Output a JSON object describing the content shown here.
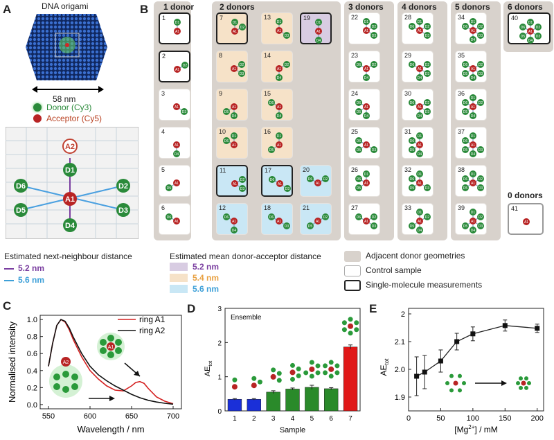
{
  "panels": [
    "A",
    "B",
    "C",
    "D",
    "E"
  ],
  "panelA": {
    "title": "DNA origami",
    "scale": "58 nm",
    "donor_legend": "Donor (Cy3)",
    "acceptor_legend": "Acceptor (Cy5)",
    "nodes": [
      "A2",
      "D1",
      "D6",
      "A1",
      "D2",
      "D5",
      "D3",
      "D4"
    ],
    "dist_title": "Estimated next-neighbour distance",
    "dist_values": [
      {
        "value": "5.2 nm",
        "color": "#7a3ea0"
      },
      {
        "value": "5.6 nm",
        "color": "#3ea0d8"
      }
    ]
  },
  "panelB": {
    "columns": [
      "1 donor",
      "2 donors",
      "3 donors",
      "4 donors",
      "5 donors",
      "6 donors",
      "0 donors"
    ],
    "samples": [
      {
        "n": "1",
        "labels": [
          "D1",
          "A1"
        ],
        "style": "sm"
      },
      {
        "n": "2",
        "labels": [
          "D2",
          "A1"
        ],
        "style": "sm"
      },
      {
        "n": "3",
        "labels": [
          "A1",
          "D3"
        ],
        "style": ""
      },
      {
        "n": "4",
        "labels": [
          "A1",
          "D4"
        ],
        "style": ""
      },
      {
        "n": "5",
        "labels": [
          "A1",
          "D5"
        ],
        "style": ""
      },
      {
        "n": "6",
        "labels": [
          "D6",
          "A1"
        ],
        "style": ""
      },
      {
        "n": "7",
        "labels": [
          "D1",
          "D2",
          "A1"
        ],
        "style": "o sm"
      },
      {
        "n": "8",
        "labels": [
          "D2",
          "A1",
          "D3"
        ],
        "style": "o"
      },
      {
        "n": "9",
        "labels": [
          "A1",
          "D5",
          "D4"
        ],
        "style": "o"
      },
      {
        "n": "10",
        "labels": [
          "D1",
          "D6",
          "A1"
        ],
        "style": "o"
      },
      {
        "n": "11",
        "labels": [
          "D2",
          "A1",
          "D3"
        ],
        "style": "b sm"
      },
      {
        "n": "12",
        "labels": [
          "D6",
          "A1",
          "D4"
        ],
        "style": "b"
      },
      {
        "n": "13",
        "labels": [
          "D1",
          "A1",
          "D3"
        ],
        "style": "o"
      },
      {
        "n": "14",
        "labels": [
          "D2",
          "A1",
          "D4"
        ],
        "style": "o"
      },
      {
        "n": "15",
        "labels": [
          "D6",
          "A1",
          "D4"
        ],
        "style": "o"
      },
      {
        "n": "16",
        "labels": [
          "D1",
          "A1",
          "D5"
        ],
        "style": "o"
      },
      {
        "n": "17",
        "labels": [
          "D6",
          "A1",
          "D3"
        ],
        "style": "b sm"
      },
      {
        "n": "18",
        "labels": [
          "D6",
          "A1",
          "D3"
        ],
        "style": "b"
      },
      {
        "n": "19",
        "labels": [
          "D1",
          "A1",
          "D4"
        ],
        "style": "p sm"
      },
      {
        "n": "20",
        "labels": [
          "D6",
          "A1",
          "D2"
        ],
        "style": "b"
      },
      {
        "n": "21",
        "labels": [
          "D5",
          "A1",
          "D2"
        ],
        "style": "b"
      },
      {
        "n": "22",
        "labels": [
          "D1",
          "D2",
          "A1",
          "D3"
        ],
        "style": ""
      },
      {
        "n": "23",
        "labels": [
          "D2",
          "D6",
          "A1",
          "D4"
        ],
        "style": ""
      },
      {
        "n": "24",
        "labels": [
          "D5",
          "A1",
          "D4",
          "D6"
        ],
        "style": ""
      },
      {
        "n": "25",
        "labels": [
          "D6",
          "A1",
          "D3",
          "D5"
        ],
        "style": ""
      },
      {
        "n": "26",
        "labels": [
          "D1",
          "D6",
          "A1",
          "D5"
        ],
        "style": ""
      },
      {
        "n": "27",
        "labels": [
          "D2",
          "D6",
          "A1",
          "D3"
        ],
        "style": ""
      },
      {
        "n": "28",
        "labels": [
          "D1",
          "D6",
          "A1",
          "D2",
          "D3"
        ],
        "style": ""
      },
      {
        "n": "29",
        "labels": [
          "D2",
          "D6",
          "A1",
          "D3",
          "D4"
        ],
        "style": ""
      },
      {
        "n": "30",
        "labels": [
          "D6",
          "D2",
          "A1",
          "D3",
          "D4"
        ],
        "style": ""
      },
      {
        "n": "31",
        "labels": [
          "D1",
          "D6",
          "A1",
          "D5",
          "D4"
        ],
        "style": ""
      },
      {
        "n": "32",
        "labels": [
          "D1",
          "D6",
          "A1",
          "D5",
          "D3"
        ],
        "style": ""
      },
      {
        "n": "33",
        "labels": [
          "D1",
          "D2",
          "A1",
          "D5",
          "D4"
        ],
        "style": ""
      },
      {
        "n": "34",
        "labels": [
          "D1",
          "D6",
          "D2",
          "A1",
          "D3",
          "D4"
        ],
        "style": ""
      },
      {
        "n": "35",
        "labels": [
          "D6",
          "D2",
          "A1",
          "D5",
          "D3",
          "D4"
        ],
        "style": ""
      },
      {
        "n": "36",
        "labels": [
          "D1",
          "D6",
          "D2",
          "A1",
          "D5",
          "D4"
        ],
        "style": ""
      },
      {
        "n": "37",
        "labels": [
          "D1",
          "D6",
          "A1",
          "D5",
          "D3",
          "D4"
        ],
        "style": ""
      },
      {
        "n": "38",
        "labels": [
          "D1",
          "D6",
          "D2",
          "A1",
          "D5",
          "D3"
        ],
        "style": ""
      },
      {
        "n": "39",
        "labels": [
          "D1",
          "D2",
          "A1",
          "D5",
          "D3",
          "D4"
        ],
        "style": ""
      },
      {
        "n": "40",
        "labels": [
          "D1",
          "D6",
          "D2",
          "A1",
          "D5",
          "D3",
          "D4"
        ],
        "style": "sm"
      },
      {
        "n": "41",
        "labels": [
          "A1"
        ],
        "style": "sm"
      }
    ],
    "mean_title": "Estimated mean donor-acceptor distance",
    "mean_values": [
      {
        "value": "5.2 nm",
        "bg": "#d8cce2",
        "color": "#7a3ea0"
      },
      {
        "value": "5.4 nm",
        "bg": "#f6e2c8",
        "color": "#e8a040"
      },
      {
        "value": "5.6 nm",
        "bg": "#c9e7f5",
        "color": "#3ea0d8"
      }
    ],
    "legend": [
      "Adjacent donor geometries",
      "Control sample",
      "Single-molecule measurements"
    ]
  },
  "chart_data": [
    {
      "panel": "C",
      "type": "line",
      "xlabel": "Wavelength / nm",
      "ylabel": "Normalised intensity",
      "xlim": [
        540,
        710
      ],
      "ylim": [
        -0.05,
        1.05
      ],
      "xticks": [
        550,
        600,
        650,
        700
      ],
      "yticks": [
        0.0,
        0.2,
        0.4,
        0.6,
        0.8,
        1.0
      ],
      "ytick_labels": [
        "0.0",
        "0.2",
        "0.4",
        "0.6",
        "0.8",
        "1.0"
      ],
      "node_labels": [
        "A1",
        "A2"
      ],
      "series": [
        {
          "name": "ring A1",
          "color": "#d42020",
          "x": [
            550,
            555,
            560,
            565,
            570,
            575,
            580,
            590,
            600,
            610,
            620,
            630,
            640,
            650,
            655,
            660,
            665,
            670,
            680,
            690,
            700
          ],
          "y": [
            0.45,
            0.72,
            0.93,
            1.0,
            0.97,
            0.88,
            0.76,
            0.56,
            0.4,
            0.3,
            0.22,
            0.17,
            0.16,
            0.22,
            0.26,
            0.27,
            0.25,
            0.19,
            0.09,
            0.04,
            0.01
          ]
        },
        {
          "name": "ring A2",
          "color": "#111111",
          "x": [
            550,
            555,
            560,
            565,
            570,
            575,
            580,
            590,
            600,
            610,
            620,
            630,
            640,
            650,
            660,
            670,
            680,
            690,
            700
          ],
          "y": [
            0.45,
            0.72,
            0.93,
            1.0,
            0.98,
            0.9,
            0.79,
            0.6,
            0.45,
            0.35,
            0.28,
            0.22,
            0.17,
            0.12,
            0.08,
            0.05,
            0.03,
            0.015,
            0.005
          ]
        }
      ]
    },
    {
      "panel": "D",
      "type": "bar",
      "title": "Ensemble",
      "xlabel": "Sample",
      "ylabel": "AE",
      "ylabel_sub": "tot",
      "ylim": [
        0,
        3
      ],
      "yticks": [
        0,
        1,
        2,
        3
      ],
      "categories": [
        "1",
        "2",
        "3",
        "4",
        "5",
        "6",
        "7"
      ],
      "values": [
        0.34,
        0.34,
        0.55,
        0.64,
        0.69,
        0.65,
        1.87
      ],
      "errors": [
        0.02,
        0.02,
        0.04,
        0.03,
        0.06,
        0.03,
        0.06
      ],
      "colors": [
        "#1a2fd8",
        "#1a2fd8",
        "#2a8a2a",
        "#2a8a2a",
        "#2a8a2a",
        "#2a8a2a",
        "#e01818"
      ]
    },
    {
      "panel": "E",
      "type": "scatter",
      "xlabel": "[Mg",
      "xlabel_sup": "2+",
      "xlabel_end": "] / mM",
      "ylabel": "AE",
      "ylabel_sub": "tot",
      "xlim": [
        0,
        210
      ],
      "ylim": [
        1.85,
        2.22
      ],
      "xticks": [
        0,
        50,
        100,
        150,
        200
      ],
      "yticks": [
        1.9,
        2.0,
        2.1,
        2.2
      ],
      "ytick_labels": [
        "1.9",
        "2.0",
        "2.1",
        "2"
      ],
      "x": [
        12.5,
        25,
        50,
        75,
        100,
        150,
        200
      ],
      "y": [
        1.975,
        1.99,
        2.03,
        2.1,
        2.128,
        2.158,
        2.148
      ],
      "errors": [
        0.07,
        0.06,
        0.04,
        0.03,
        0.025,
        0.02,
        0.015
      ]
    }
  ]
}
